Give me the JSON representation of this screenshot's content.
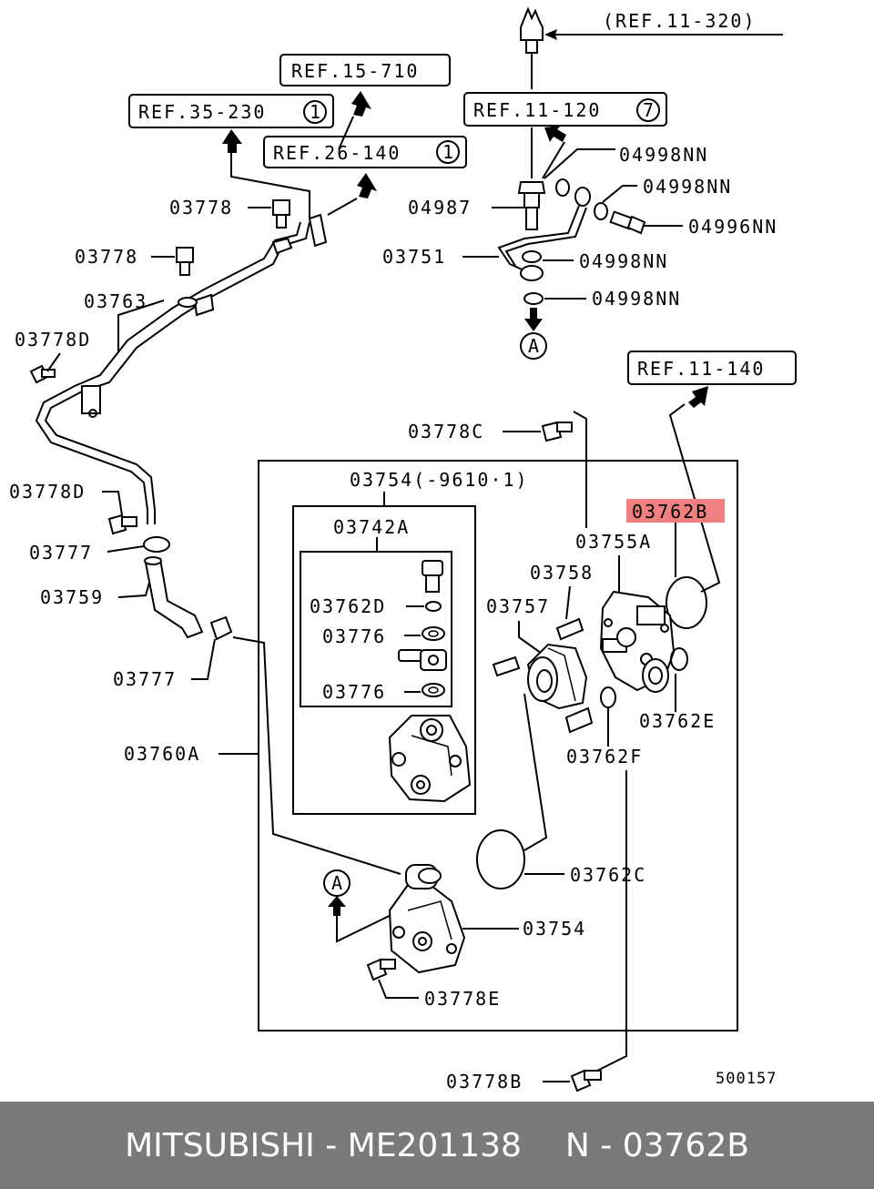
{
  "refs": {
    "ref_11_320": "(REF.11-320)",
    "ref_15_710": "REF.15-710",
    "ref_35_230": "REF.35-230",
    "ref_35_230_n": "1",
    "ref_26_140": "REF.26-140",
    "ref_26_140_n": "1",
    "ref_11_120": "REF.11-120",
    "ref_11_120_n": "7",
    "ref_11_140": "REF.11-140"
  },
  "labels": {
    "p04998nn_a": "04998NN",
    "p04998nn_b": "04998NN",
    "p04998nn_c": "04998NN",
    "p04998nn_d": "04998NN",
    "p04996nn": "04996NN",
    "p04987": "04987",
    "p03751": "03751",
    "p03778_a": "03778",
    "p03778_b": "03778",
    "p03763": "03763",
    "p03778d_a": "03778D",
    "p03778d_b": "03778D",
    "p03777_a": "03777",
    "p03777_b": "03777",
    "p03759": "03759",
    "p03760a": "03760A",
    "p03778c": "03778C",
    "p03754_top": "03754(-9610·1)",
    "p03742a": "03742A",
    "p03762d": "03762D",
    "p03776_a": "03776",
    "p03776_b": "03776",
    "p03762b": "03762B",
    "p03755a": "03755A",
    "p03758": "03758",
    "p03757": "03757",
    "p03762e": "03762E",
    "p03762f": "03762F",
    "p03762c": "03762C",
    "p03754": "03754",
    "p03778e": "03778E",
    "p03778b": "03778B",
    "marker_a_top": "A",
    "marker_a_bottom": "A",
    "diagram_no": "500157"
  },
  "highlight_color": "#f08080",
  "footer": {
    "brand_part": "MITSUBISHI - ME201138",
    "ref_code": "N - 03762B"
  }
}
